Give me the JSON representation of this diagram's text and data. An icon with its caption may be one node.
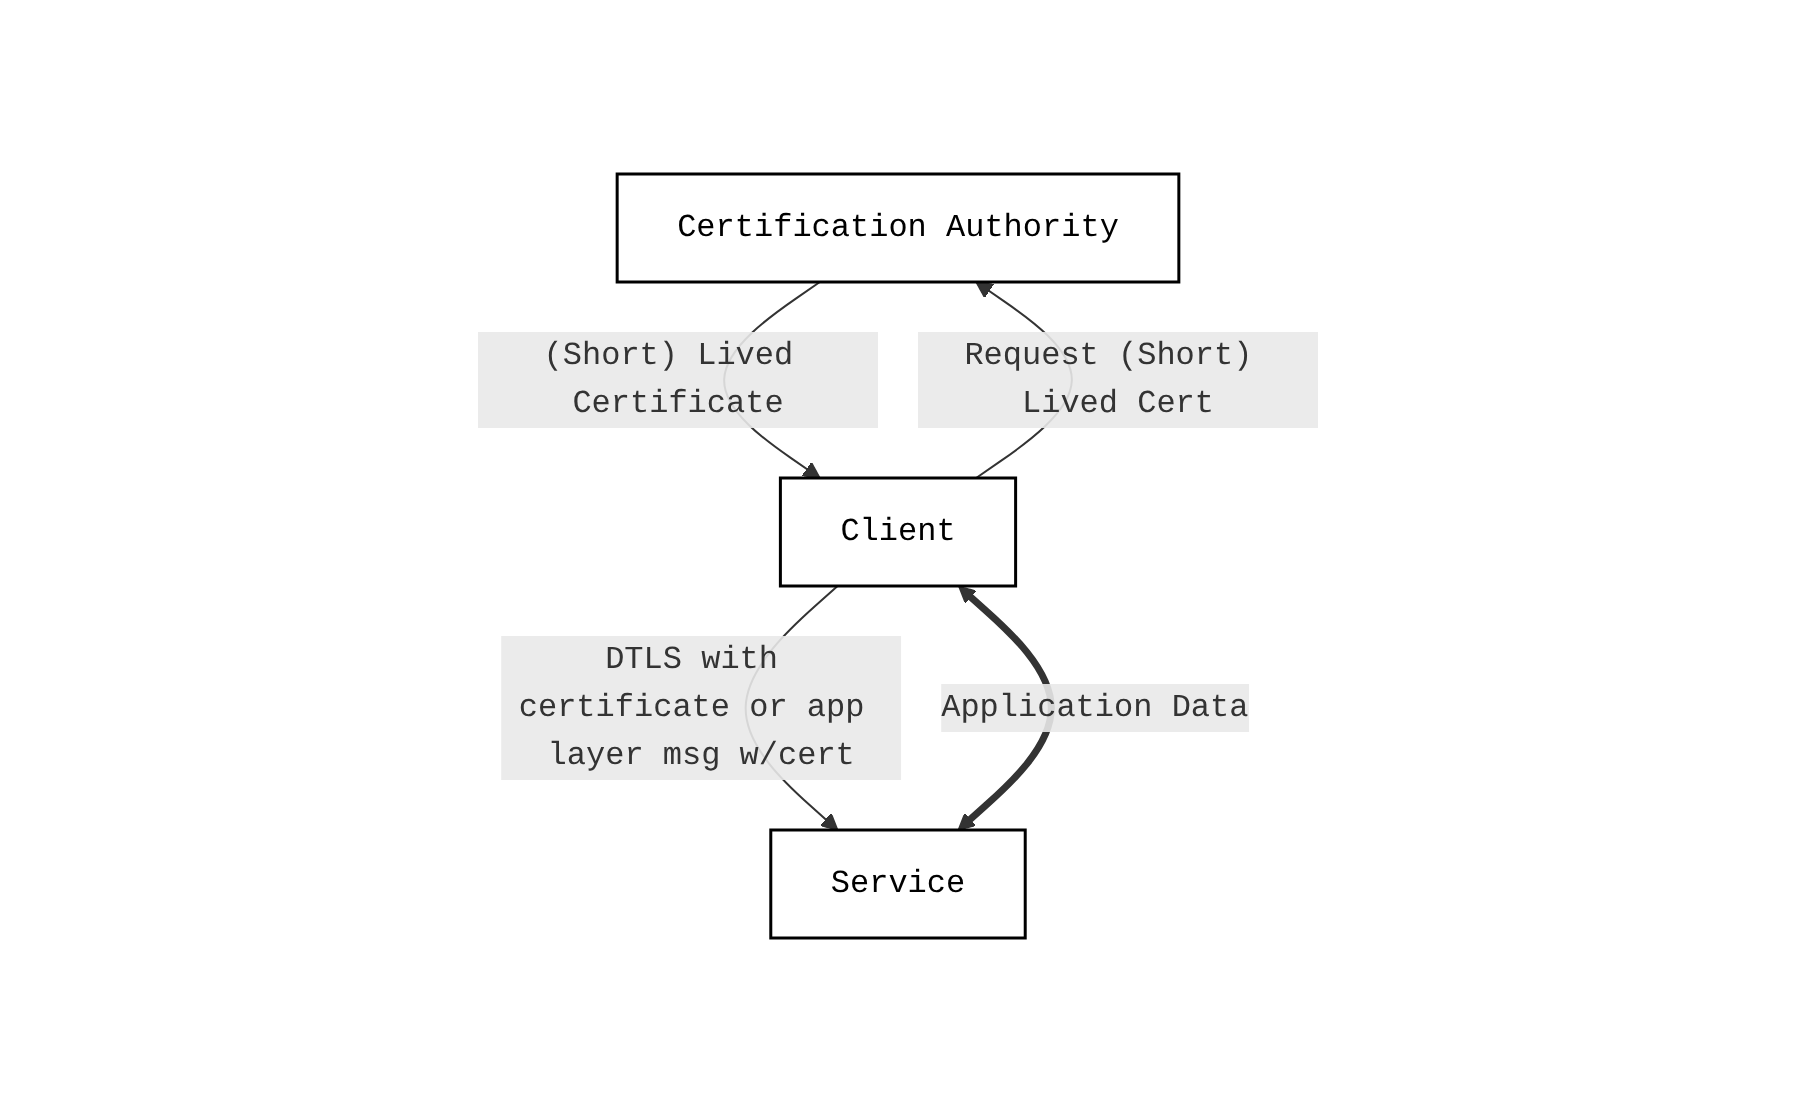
{
  "diagram": {
    "nodes": [
      {
        "text": [
          "Certification Authority"
        ]
      },
      {
        "text": [
          "Client"
        ]
      },
      {
        "text": [
          "Service"
        ]
      }
    ],
    "edges": [
      {
        "from": 1,
        "to": 0,
        "arrow": "to",
        "label": "Request (Short) Lived Cert"
      },
      {
        "from": 0,
        "to": 1,
        "arrow": "to",
        "label": "(Short) Lived Certificate"
      },
      {
        "from": 1,
        "to": 2,
        "arrow": "to",
        "label": "DTLS with certificate or app layer msg w/cert"
      },
      {
        "from": 1,
        "to": 2,
        "arrow": "both",
        "label": "Application Data",
        "style": "thick"
      }
    ]
  }
}
